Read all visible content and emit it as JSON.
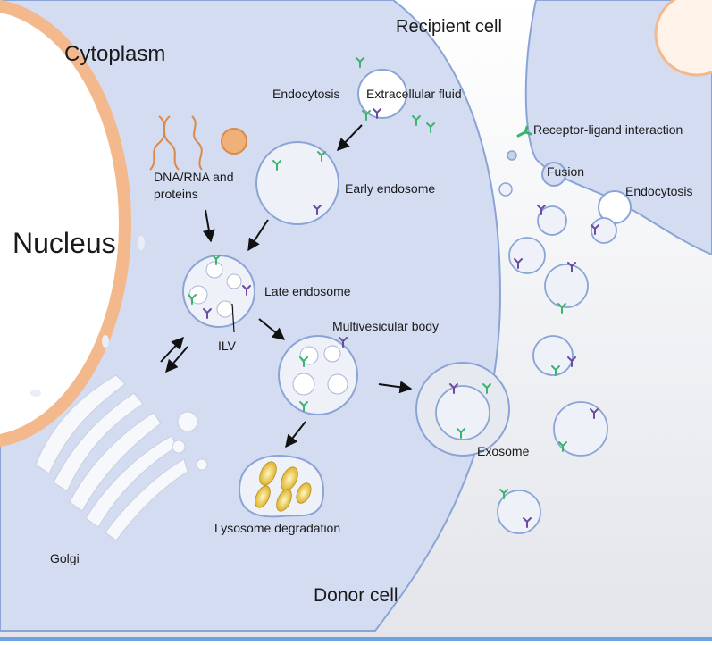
{
  "labels": {
    "cytoplasm": "Cytoplasm",
    "nucleus": "Nucleus",
    "recipient_cell": "Recipient cell",
    "donor_cell": "Donor cell",
    "endocytosis_donor": "Endocytosis",
    "extracellular_fluid": "Extracellular fluid",
    "dna_rna_line1": "DNA/RNA and",
    "dna_rna_line2": "proteins",
    "early_endosome": "Early endosome",
    "late_endosome": "Late endosome",
    "ilv": "ILV",
    "multivesicular_body": "Multivesicular body",
    "golgi": "Golgi",
    "lysosome_degradation": "Lysosome degradation",
    "exosome": "Exosome",
    "receptor_ligand": "Receptor-ligand interaction",
    "fusion": "Fusion",
    "endocytosis_recipient": "Endocytosis"
  },
  "colors": {
    "cell_fill": "#d3dcf0",
    "membrane": "#8aa4d6",
    "nucleus_ring": "#f3b98c",
    "nucleus_fill": "#ffffff",
    "vesicle_fill": "#eef1f8",
    "receptor_green": "#3cb371",
    "receptor_purple": "#6b4ca0",
    "cargo_orange": "#d98a4a",
    "lysosome_yellow": "#e8c23a",
    "arrow": "#111111"
  }
}
